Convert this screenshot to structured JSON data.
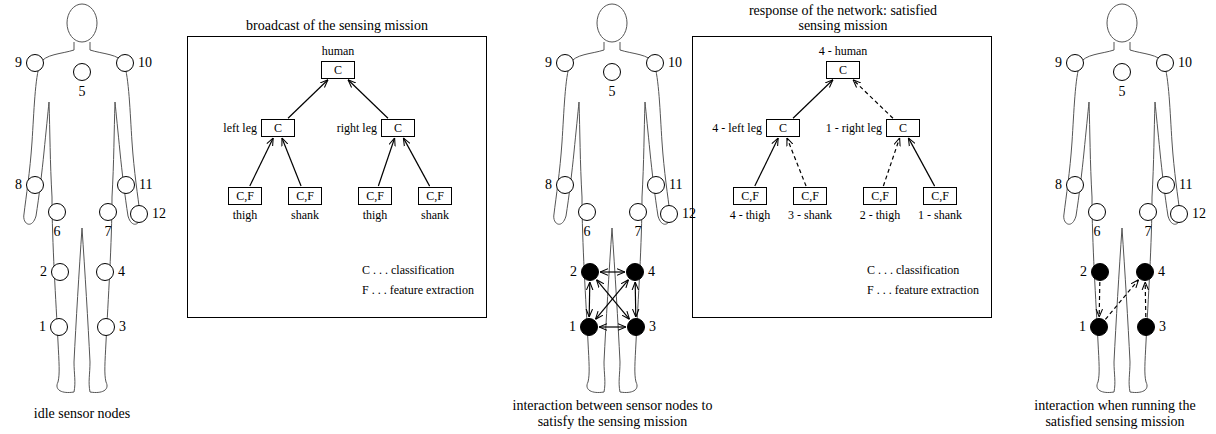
{
  "diagram": {
    "nodes": [
      {
        "text": [
          "9"
        ]
      },
      {
        "text": [
          "5"
        ]
      },
      {
        "text": [
          "10"
        ]
      },
      {
        "text": [
          "8"
        ]
      },
      {
        "text": [
          "11"
        ]
      },
      {
        "text": [
          "12"
        ]
      },
      {
        "text": [
          "6"
        ]
      },
      {
        "text": [
          "7"
        ]
      },
      {
        "text": [
          "2"
        ]
      },
      {
        "text": [
          "4"
        ]
      },
      {
        "text": [
          "1"
        ]
      },
      {
        "text": [
          "3"
        ]
      },
      {
        "text": [
          "broadcast of the sensing mission",
          "C . . . classification",
          "F . . . feature extraction"
        ]
      },
      {
        "text": [
          "human",
          "C"
        ],
        "in": 12
      },
      {
        "text": [
          "left leg",
          "C"
        ],
        "in": 12
      },
      {
        "text": [
          "right leg",
          "C"
        ],
        "in": 12
      },
      {
        "text": [
          "C,F",
          "thigh"
        ],
        "in": 12
      },
      {
        "text": [
          "C,F",
          "shank"
        ],
        "in": 12
      },
      {
        "text": [
          "C,F",
          "thigh"
        ],
        "in": 12
      },
      {
        "text": [
          "C,F",
          "shank"
        ],
        "in": 12
      },
      {
        "text": [
          "9"
        ]
      },
      {
        "text": [
          "5"
        ]
      },
      {
        "text": [
          "10"
        ]
      },
      {
        "text": [
          "8"
        ]
      },
      {
        "text": [
          "11"
        ]
      },
      {
        "text": [
          "12"
        ]
      },
      {
        "text": [
          "6"
        ]
      },
      {
        "text": [
          "7"
        ]
      },
      {
        "text": [
          "2"
        ]
      },
      {
        "text": [
          "4"
        ]
      },
      {
        "text": [
          "1"
        ]
      },
      {
        "text": [
          "3"
        ]
      },
      {
        "text": [
          "response of the network: satisfied sensing mission",
          "C . . . classification",
          "F . . . feature extraction"
        ]
      },
      {
        "text": [
          "4 - human",
          "C"
        ],
        "in": 32
      },
      {
        "text": [
          "4 - left leg",
          "C"
        ],
        "in": 32
      },
      {
        "text": [
          "1 - right leg",
          "C"
        ],
        "in": 32
      },
      {
        "text": [
          "C,F",
          "4 - thigh"
        ],
        "in": 32
      },
      {
        "text": [
          "C,F",
          "3 - shank"
        ],
        "in": 32
      },
      {
        "text": [
          "C,F",
          "2 - thigh"
        ],
        "in": 32
      },
      {
        "text": [
          "C,F",
          "1 - shank"
        ],
        "in": 32
      },
      {
        "text": [
          "9"
        ]
      },
      {
        "text": [
          "5"
        ]
      },
      {
        "text": [
          "10"
        ]
      },
      {
        "text": [
          "8"
        ]
      },
      {
        "text": [
          "11"
        ]
      },
      {
        "text": [
          "12"
        ]
      },
      {
        "text": [
          "6"
        ]
      },
      {
        "text": [
          "7"
        ]
      },
      {
        "text": [
          "2"
        ]
      },
      {
        "text": [
          "4"
        ]
      },
      {
        "text": [
          "1"
        ]
      },
      {
        "text": [
          "3"
        ]
      }
    ],
    "edges": [
      {
        "from": 16,
        "to": 14,
        "arrow": "to"
      },
      {
        "from": 17,
        "to": 14,
        "arrow": "to"
      },
      {
        "from": 18,
        "to": 15,
        "arrow": "to"
      },
      {
        "from": 19,
        "to": 15,
        "arrow": "to"
      },
      {
        "from": 14,
        "to": 13,
        "arrow": "to"
      },
      {
        "from": 15,
        "to": 13,
        "arrow": "to"
      },
      {
        "from": 28,
        "to": 29,
        "arrow": "both"
      },
      {
        "from": 30,
        "to": 31,
        "arrow": "both"
      },
      {
        "from": 28,
        "to": 30,
        "arrow": "both"
      },
      {
        "from": 29,
        "to": 31,
        "arrow": "both"
      },
      {
        "from": 28,
        "to": 31,
        "arrow": "both"
      },
      {
        "from": 29,
        "to": 30,
        "arrow": "both"
      },
      {
        "from": 36,
        "to": 34,
        "arrow": "to"
      },
      {
        "from": 37,
        "to": 34,
        "arrow": "to"
      },
      {
        "from": 38,
        "to": 35,
        "arrow": "to"
      },
      {
        "from": 39,
        "to": 35,
        "arrow": "to"
      },
      {
        "from": 34,
        "to": 33,
        "arrow": "to"
      },
      {
        "from": 35,
        "to": 33,
        "arrow": "to"
      },
      {
        "from": 48,
        "to": 50,
        "arrow": "to"
      },
      {
        "from": 51,
        "to": 49,
        "arrow": "to"
      },
      {
        "from": 50,
        "to": 49,
        "arrow": "to"
      }
    ],
    "labels": [
      "idle sensor nodes",
      "interaction between sensor nodes to satisfy the sensing mission",
      "interaction when running the satisfied sensing mission"
    ]
  }
}
